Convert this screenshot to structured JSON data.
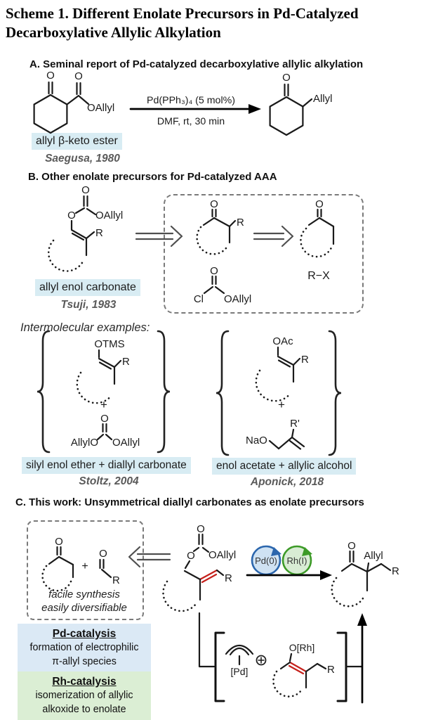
{
  "title": {
    "line1": "Scheme 1. Different Enolate Precursors in Pd-Catalyzed",
    "line2": "Decarboxylative Allylic Alkylation"
  },
  "atoms": {
    "O": "O",
    "R": "R",
    "R_prime": "R'",
    "OAllyl": "OAllyl",
    "AllylO": "AllylO",
    "OTMS": "OTMS",
    "OAc": "OAc",
    "NaO": "NaO",
    "Cl": "Cl",
    "R_X": "R−X",
    "plus": "+",
    "Allyl": "Allyl",
    "Pd0": "Pd(0)",
    "RhI": "Rh(I)",
    "Pd_brackets": "[Pd]",
    "O_Rh": "O[Rh]"
  },
  "section_a": {
    "heading": "A. Seminal report of Pd-catalyzed decarboxylative allylic alkylation",
    "conditions_top": "Pd(PPh₃)₄ (5 mol%)",
    "conditions_bottom": "DMF, rt, 30 min",
    "caption": "allyl β-keto ester",
    "reference": "Saegusa, 1980"
  },
  "section_b": {
    "heading": "B. Other enolate precursors for Pd-catalyzed AAA",
    "caption": "allyl enol carbonate",
    "reference": "Tsuji, 1983",
    "intermolecular_heading": "Intermolecular examples:",
    "example_left": {
      "caption": "silyl enol ether + diallyl carbonate",
      "reference": "Stoltz, 2004"
    },
    "example_right": {
      "caption": "enol acetate + allylic alcohol",
      "reference": "Aponick, 2018"
    }
  },
  "section_c": {
    "heading": "C. This work: Unsymmetrical diallyl carbonates as enolate precursors",
    "box_note_line1": "facile synthesis",
    "box_note_line2": "easily diversifiable",
    "pd_box": {
      "title": "Pd-catalysis",
      "line1": "formation of electrophilic",
      "line2": "π-allyl species"
    },
    "rh_box": {
      "title": "Rh-catalysis",
      "line1": "isomerization of allylic",
      "line2": "alkoxide to enolate"
    }
  },
  "colors": {
    "caption_highlight": "#d8ecf3",
    "pd_panel_bg": "#dbe9f5",
    "rh_panel_bg": "#dbeed4",
    "pd_circle_fill": "#cfe2f3",
    "pd_circle_stroke": "#2b66ad",
    "rh_circle_fill": "#d8ecd4",
    "rh_circle_stroke": "#3c9a27",
    "red_bond": "#c5211c"
  }
}
